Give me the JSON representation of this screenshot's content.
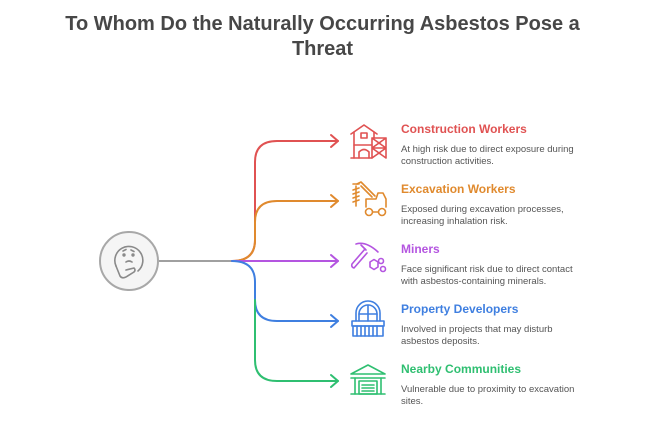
{
  "title": {
    "line1": "To Whom Do the Naturally Occurring Asbestos Pose a",
    "line2": "Threat"
  },
  "hub": {
    "icon": "thinking-face-icon",
    "color": "#9e9e9e"
  },
  "items": [
    {
      "heading": "Construction Workers",
      "description_line1": "At high risk due to direct exposure during",
      "description_line2": "construction activities.",
      "icon": "construction-building-icon",
      "color": "#e05252"
    },
    {
      "heading": "Excavation Workers",
      "description_line1": "Exposed during excavation processes,",
      "description_line2": "increasing inhalation risk.",
      "icon": "excavator-drill-icon",
      "color": "#e08a2e"
    },
    {
      "heading": "Miners",
      "description_line1": "Face significant risk due to direct contact",
      "description_line2": "with asbestos-containing minerals.",
      "icon": "pickaxe-minerals-icon",
      "color": "#b455e0"
    },
    {
      "heading": "Property Developers",
      "description_line1": "Involved in projects that may disturb",
      "description_line2": "asbestos deposits.",
      "icon": "balcony-window-icon",
      "color": "#3f7fe0"
    },
    {
      "heading": "Nearby Communities",
      "description_line1": "Vulnerable due to proximity to excavation",
      "description_line2": "sites.",
      "icon": "garage-house-icon",
      "color": "#2fbf71"
    }
  ]
}
